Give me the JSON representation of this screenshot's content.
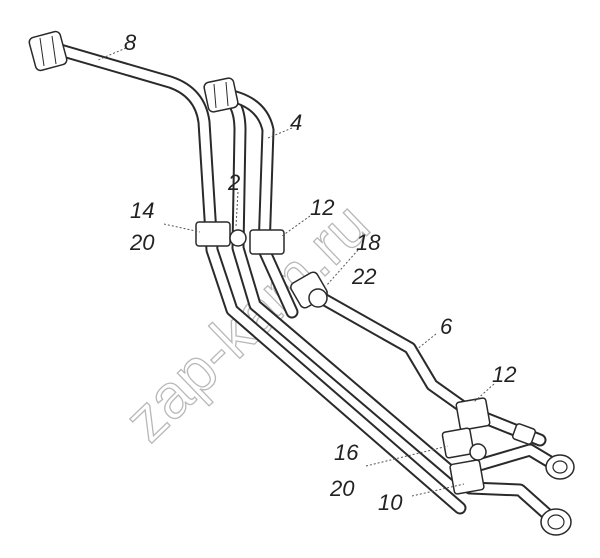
{
  "watermark": "zap-kam.ru",
  "callouts": {
    "c8": "8",
    "c4": "4",
    "c2": "2",
    "c14": "14",
    "c20a": "20",
    "c12a": "12",
    "c18": "18",
    "c22": "22",
    "c6": "6",
    "c12b": "12",
    "c16": "16",
    "c20b": "20",
    "c10": "10"
  }
}
